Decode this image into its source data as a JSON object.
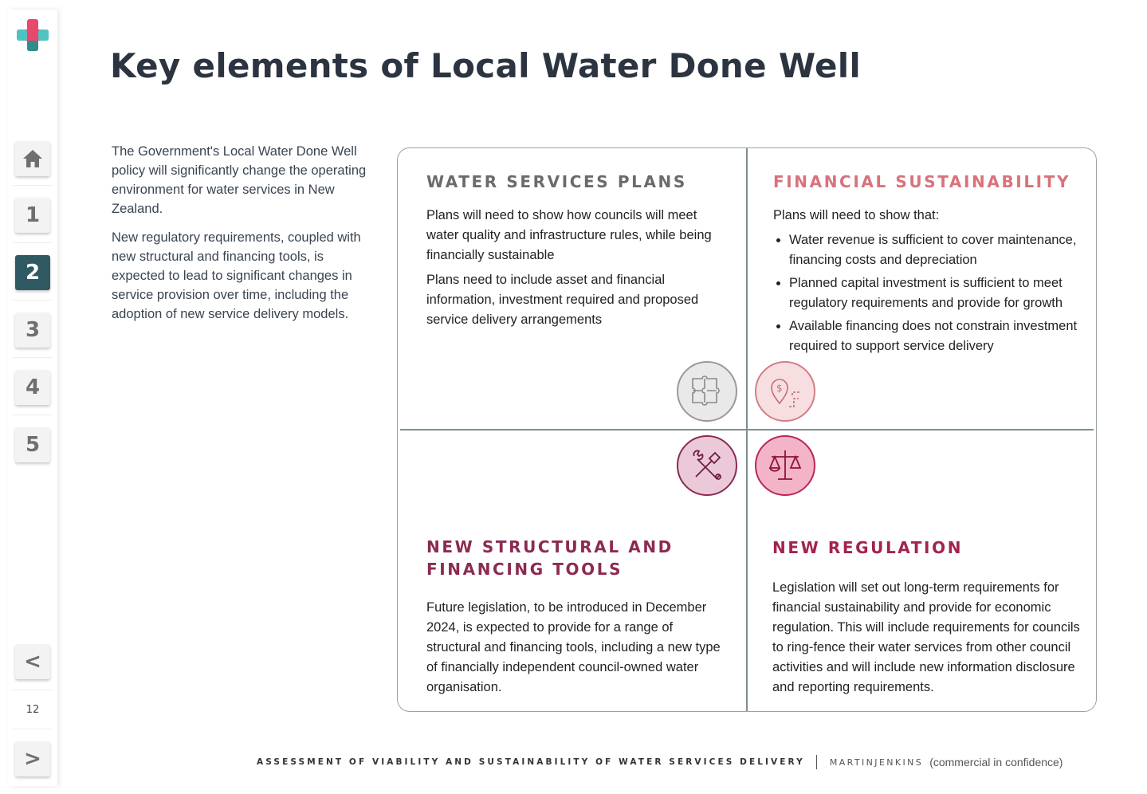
{
  "sidebar": {
    "home_icon": "home-icon",
    "nav_items": [
      "1",
      "2",
      "3",
      "4",
      "5"
    ],
    "active_item": "2",
    "prev_label": "<",
    "next_label": ">",
    "page_number": "12"
  },
  "title": "Key elements of Local Water Done Well",
  "intro": [
    "The Government's Local Water Done Well policy will significantly change the operating environment for water services in New Zealand.",
    "New regulatory requirements, coupled with new structural and financing tools, is expected to lead to significant changes in service provision over time, including the adoption of new service delivery models."
  ],
  "quadrants": {
    "water_services_plans": {
      "heading": "WATER SERVICES PLANS",
      "paragraphs": [
        "Plans will need to show how councils will meet water quality and infrastructure rules, while being financially sustainable",
        "Plans need to include asset and financial information, investment required and proposed service delivery arrangements"
      ],
      "icon": "puzzle-icon"
    },
    "financial_sustainability": {
      "heading": "FINANCIAL SUSTAINABILITY",
      "intro": "Plans will need to show that:",
      "bullets": [
        "Water revenue is sufficient to cover maintenance, financing costs and depreciation",
        "Planned capital investment is sufficient to meet regulatory requirements and provide for growth",
        "Available financing does not constrain investment required to support service delivery"
      ],
      "icon": "dollar-location-icon"
    },
    "structural_tools": {
      "heading_line1": "NEW STRUCTURAL AND",
      "heading_line2": "FINANCING TOOLS",
      "paragraph": "Future legislation, to be introduced in December 2024, is expected to provide for a range of structural and financing tools, including a new type of financially independent council-owned water organisation.",
      "icon": "tools-icon"
    },
    "new_regulation": {
      "heading": "NEW REGULATION",
      "paragraph": "Legislation will set out long-term requirements for financial sustainability and provide for economic regulation. This will include requirements for councils to ring-fence their water services from other council activities and will include new information disclosure and reporting requirements.",
      "icon": "scales-icon"
    }
  },
  "footer": {
    "document_title": "ASSESSMENT OF VIABILITY AND SUSTAINABILITY OF WATER SERVICES DELIVERY",
    "brand": "MARTINJENKINS",
    "confidentiality": "(commercial in confidence)"
  },
  "colors": {
    "active_nav": "#2f5a63",
    "plans_heading": "#6b6b6b",
    "financial_heading": "#d9727b",
    "structural_heading": "#8c2a52",
    "regulation_heading": "#a3234f"
  }
}
